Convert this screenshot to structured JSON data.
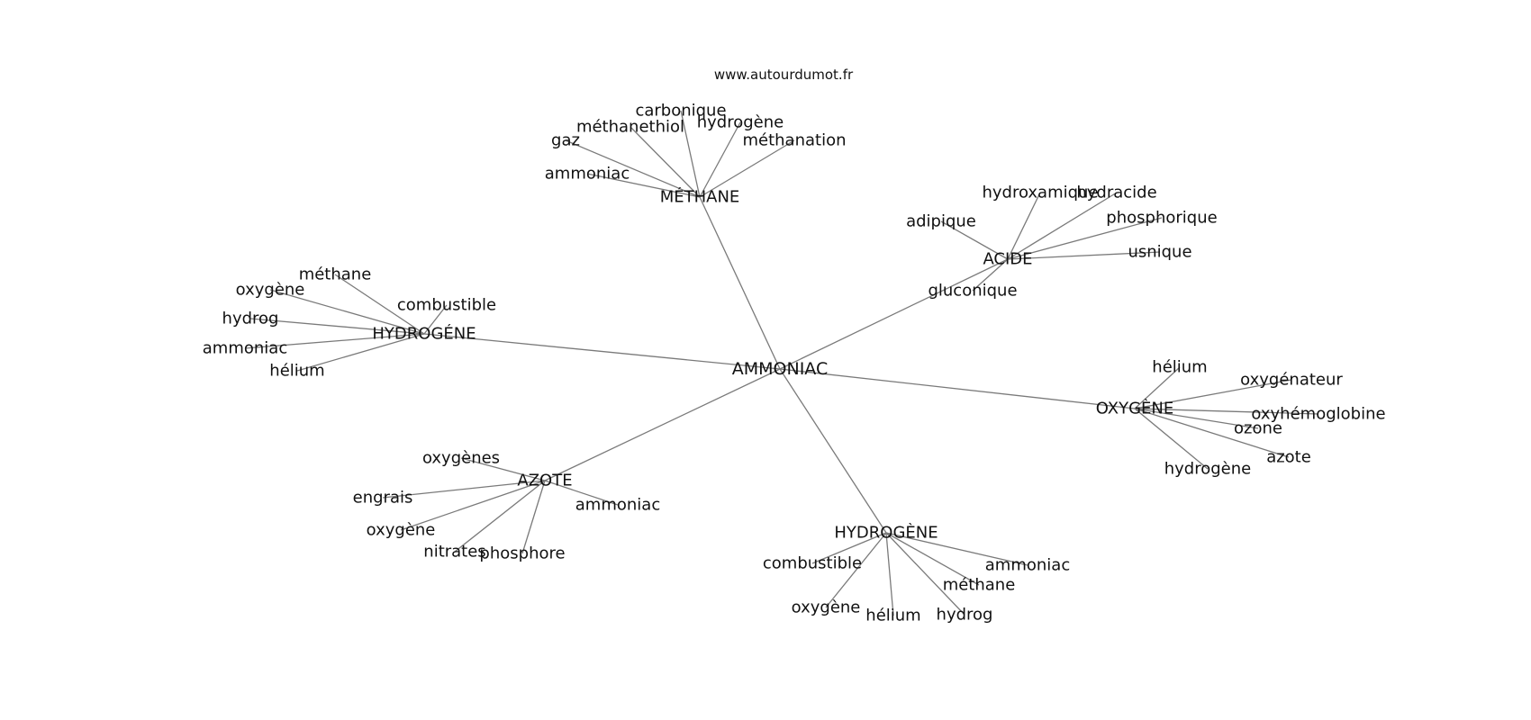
{
  "source": "www.autourdumot.fr",
  "graph": {
    "center": "AMMONIAC",
    "hubs": [
      {
        "id": "methane",
        "label": "MÉTHANE",
        "leaves": [
          "carbonique",
          "méthanethiol",
          "hydrogène",
          "gaz",
          "méthanation",
          "ammoniac"
        ]
      },
      {
        "id": "acide",
        "label": "ACIDE",
        "leaves": [
          "hydroxamique",
          "hydracide",
          "adipique",
          "phosphorique",
          "usnique",
          "gluconique"
        ]
      },
      {
        "id": "hydrogene-left",
        "label": "HYDROGÉNE",
        "leaves": [
          "méthane",
          "oxygène",
          "combustible",
          "hydrog",
          "ammoniac",
          "hélium"
        ]
      },
      {
        "id": "oxygene",
        "label": "OXYGÈNE",
        "leaves": [
          "hélium",
          "oxygénateur",
          "oxyhémoglobine",
          "ozone",
          "azote",
          "hydrogène"
        ]
      },
      {
        "id": "azote",
        "label": "AZOTE",
        "leaves": [
          "oxygènes",
          "engrais",
          "ammoniac",
          "oxygène",
          "nitrates",
          "phosphore"
        ]
      },
      {
        "id": "hydrogene-bottom",
        "label": "HYDROGÈNE",
        "leaves": [
          "combustible",
          "ammoniac",
          "méthane",
          "oxygène",
          "hélium",
          "hydrog"
        ]
      }
    ]
  }
}
